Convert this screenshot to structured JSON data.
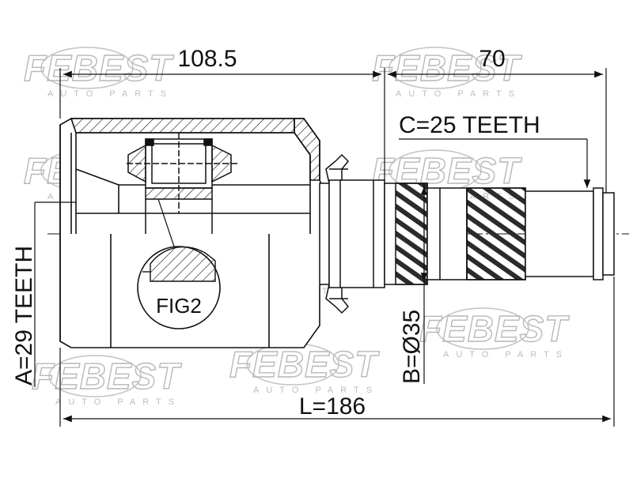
{
  "watermark": {
    "brand": "FEBEST",
    "tagline": "AUTO PARTS"
  },
  "dimensions": {
    "housing_length": "108.5",
    "shaft_length": "70",
    "overall_length": "L=186",
    "outer_spline": "C=25 TEETH",
    "inner_spline": "A=29 TEETH",
    "seal_diameter": "B=Ø35"
  },
  "callout": {
    "label": "FIG2"
  }
}
